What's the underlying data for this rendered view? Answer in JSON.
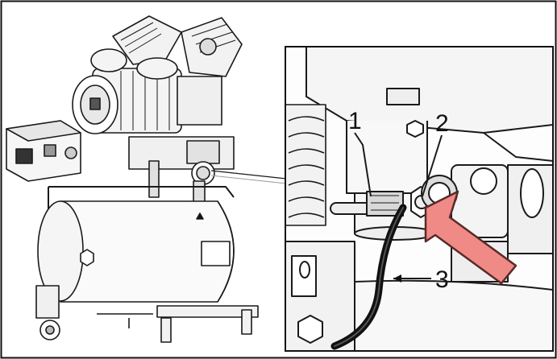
{
  "callouts": [
    {
      "id": "1",
      "label": "1"
    },
    {
      "id": "2",
      "label": "2"
    },
    {
      "id": "3",
      "label": "3"
    }
  ],
  "colors": {
    "arrow_fill": "#f08a86",
    "arrow_stroke": "#5a2a2a",
    "line": "#1a1a1a",
    "hose": "#111111"
  },
  "icons": {
    "arrow": "red-arrow-icon"
  }
}
